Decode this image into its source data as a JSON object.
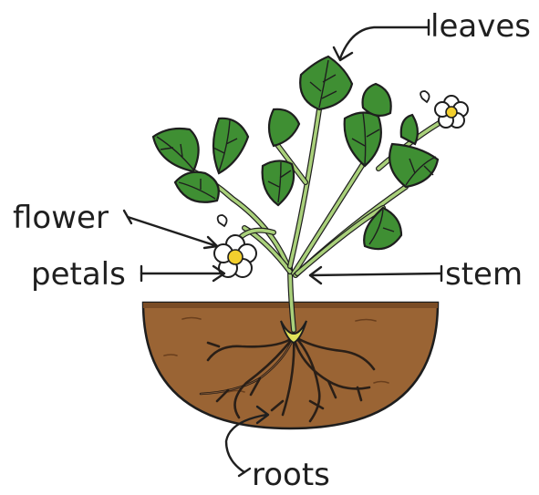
{
  "labels": {
    "leaves": "leaves",
    "flower": "flower",
    "petals": "petals",
    "stem": "stem",
    "roots": "roots"
  },
  "colors": {
    "soil": "#9a6434",
    "soil_dark": "#7a4c25",
    "leaf": "#3f8f33",
    "stem": "#a9d07a",
    "flower_center": "#f3cf2e",
    "outline": "#1e1e1e"
  },
  "icons": {
    "leaves": "leaf-icon",
    "flower": "flower-icon",
    "roots": "roots-icon"
  }
}
